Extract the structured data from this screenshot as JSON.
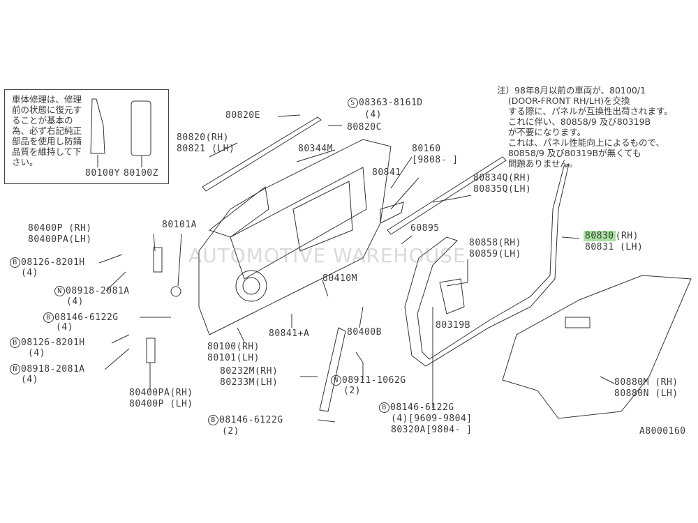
{
  "kit_box": {
    "text": "車体修理は、修理前の状態に復元することが基本の為、必ず右記純正部品を使用し防錆品質を維持して下さい。",
    "part_left": "80100Y",
    "part_right": "80100Z"
  },
  "note": {
    "lines": [
      "注）98年8月以前の車両が、80100/1",
      "    (DOOR-FRONT RH/LH)を交換",
      "    する際に、パネルが互換性出荷されます。",
      "    これに伴い、80858/9 及び80319B",
      "    が不要になります。",
      "    これは、パネル性能向上によるもので、",
      "    80858/9 及び80319Bが無くても",
      "    問題ありません。"
    ]
  },
  "watermark": "AUTOMOTIVE WAREHOUSE",
  "highlight_color": "#a6e3a1",
  "labels": {
    "p80820E": "80820E",
    "p08363": "08363-8161D",
    "p08363_q": "(4)",
    "p08363_sym": "S",
    "p80820C": "80820C",
    "p80820": "80820(RH)",
    "p80821": "80821 (LH)",
    "p80344M": "80344M",
    "p80160": "80160",
    "p80160_date": "[9808-    ]",
    "p80841": "80841",
    "p80834Q": "80834Q(RH)",
    "p80835Q": "80835Q(LH)",
    "p80830": "80830",
    "p80830_side": "(RH)",
    "p80831": "80831 (LH)",
    "p80400P": "80400P (RH)",
    "p80400PA": "80400PA(LH)",
    "p80101A": "80101A",
    "p60895": "60895",
    "p80858": "80858(RH)",
    "p80859": "80859(LH)",
    "b1": "08126-8201H",
    "b1_q": "(4)",
    "sym_b": "B",
    "sym_n": "N",
    "n1": "08918-2081A",
    "n1_q": "(4)",
    "p80410M": "80410M",
    "b2": "08146-6122G",
    "b2_q": "(4)",
    "p80319B": "80319B",
    "p80841A": "80841+A",
    "p80400B": "80400B",
    "b3": "08126-8201H",
    "b3_q": "(4)",
    "p80100": "80100(RH)",
    "p80101": "80101(LH)",
    "n2": "08918-2081A",
    "n2_q": "(4)",
    "p80232M": "80232M(RH)",
    "p80233M": "80233M(LH)",
    "n3": "08911-1062G",
    "n3_q": "(2)",
    "p80880M": "80880M (RH)",
    "p80880N": "80880N (LH)",
    "p80400PA2": "80400PA(RH)",
    "p80400P2": "80400P (LH)",
    "b4": "08146-6122G",
    "b4_q": "(4)[9609-9804]",
    "p80320A": "80320A[9804-     ]",
    "b5": "08146-6122G",
    "b5_q": "(2)",
    "diagram_id": "A8000160"
  }
}
